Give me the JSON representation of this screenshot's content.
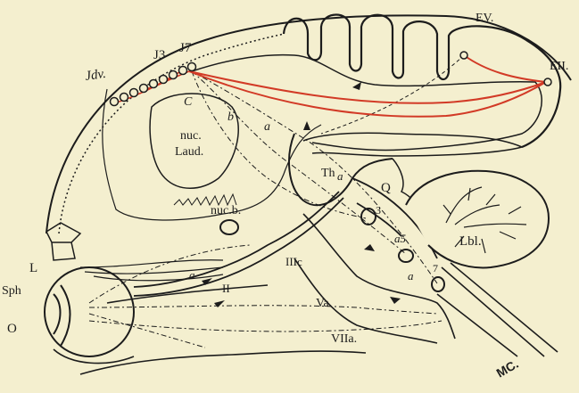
{
  "labels": {
    "jdv": "Jdv.",
    "j3": "J3",
    "j7": "J7",
    "ev": "EV.",
    "eii": "EII.",
    "c": "C",
    "b": "b",
    "a_top": "a",
    "nuc_laud_1": "nuc.",
    "nuc_laud_2": "Laud.",
    "nuc_b": "nuc.b.",
    "th": "Th",
    "a_th": "a",
    "q": "Q",
    "lbl": "Lbl.",
    "n3": "3",
    "a5": "a5",
    "a_mid": "a",
    "n7": "7",
    "iiic": "IIIc",
    "va": "Va.",
    "ii": "II",
    "a_optic": "a",
    "viia": "VIIa.",
    "l": "L",
    "sph": "Sph",
    "o": "O",
    "mc": "MC."
  },
  "colors": {
    "ink": "#1c1c1c",
    "red_pathway": "#d23a26",
    "paper": "#f4efcf"
  }
}
